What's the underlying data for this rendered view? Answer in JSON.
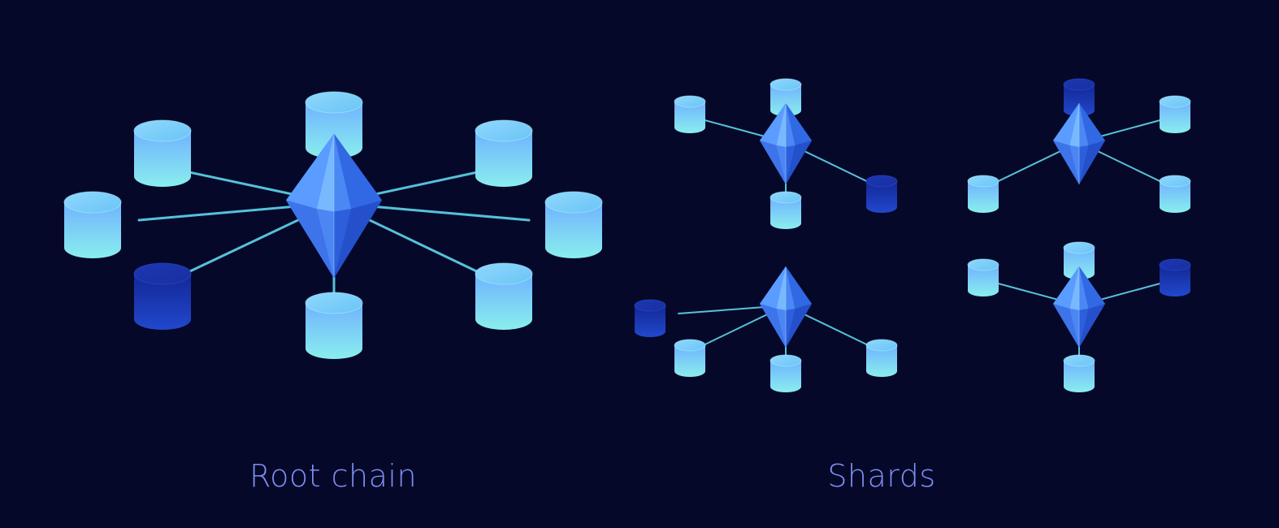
{
  "labels": {
    "root_chain": "Root chain",
    "shards": "Shards"
  },
  "colors": {
    "background": "#06082a",
    "caption": "#7e8ff0",
    "link": "#5fd6ea",
    "node_light_top": "#7fc4ff",
    "node_light_bottom": "#88f0ee",
    "node_dark_top": "#1a2fa8",
    "node_dark_bottom": "#1f45c8",
    "crystal_light": "#5aa8ff",
    "crystal_dark": "#2a54d8"
  },
  "icons": {
    "node": "database-cylinder-icon",
    "hub": "crystal-hub-icon"
  },
  "groups": [
    {
      "name": "root-chain",
      "node_count": 8,
      "inactive_nodes": 1
    },
    {
      "name": "shard-1",
      "node_count": 4,
      "inactive_nodes": 1
    },
    {
      "name": "shard-2",
      "node_count": 4,
      "inactive_nodes": 1
    },
    {
      "name": "shard-3",
      "node_count": 4,
      "inactive_nodes": 1
    },
    {
      "name": "shard-4",
      "node_count": 4,
      "inactive_nodes": 1
    }
  ]
}
